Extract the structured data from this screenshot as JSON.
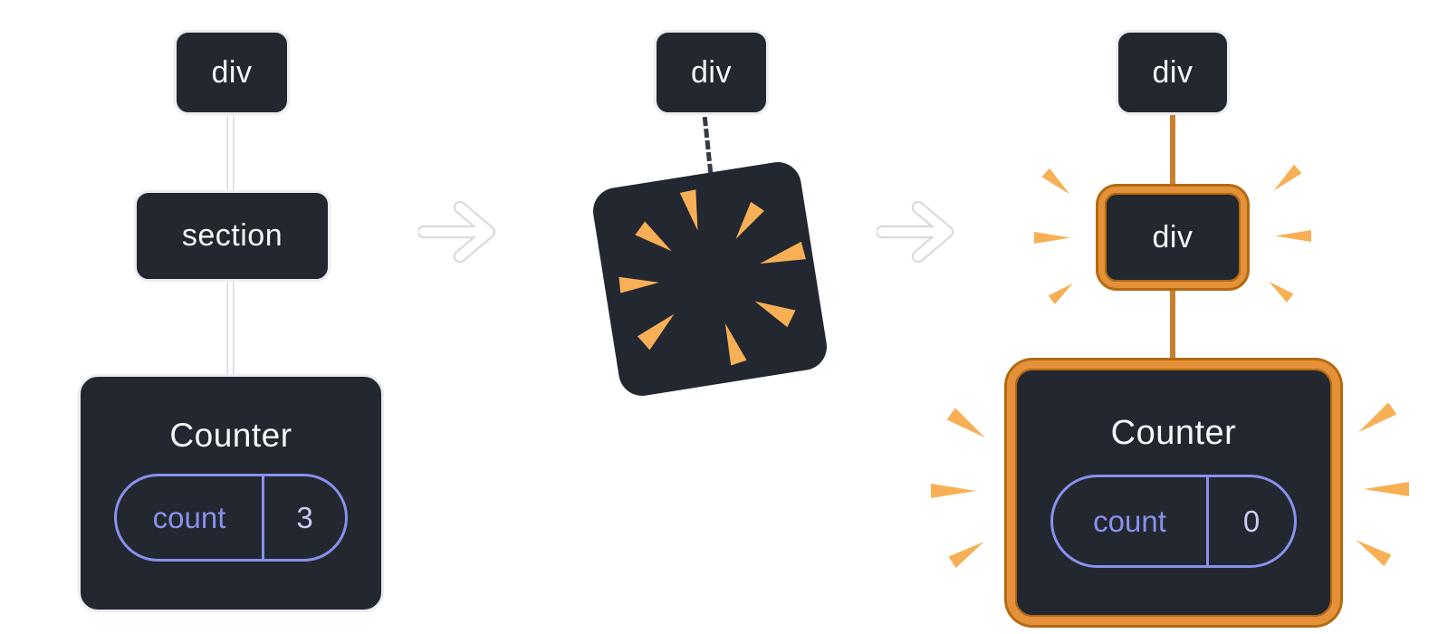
{
  "colors": {
    "background": "#ffffff",
    "node_fill": "#23272f",
    "node_border": "#ebecf0",
    "node_text": "#f6f7f9",
    "connector": "#ffffff",
    "connector_edge": "#d7dade",
    "dashed_connector": "#353a43",
    "state_accent": "#8891ec",
    "state_value": "#c9cdf4",
    "highlight_border": "#e5913a",
    "highlight_edge": "#b36a10",
    "highlight_connector": "#c97f2d",
    "burst": "#f7b055",
    "arrow": "#ffffff"
  },
  "before_tree": {
    "root_label": "div",
    "child_label": "section",
    "component_name": "Counter",
    "state_label": "count",
    "state_value": "3"
  },
  "transition": {
    "root_label": "div"
  },
  "after_tree": {
    "root_label": "div",
    "child_label": "div",
    "component_name": "Counter",
    "state_label": "count",
    "state_value": "0"
  },
  "icons": {
    "arrow": "arrow-right-icon",
    "explosion": "explosion-burst-icon",
    "emphasis": "burst-shard-icon"
  }
}
